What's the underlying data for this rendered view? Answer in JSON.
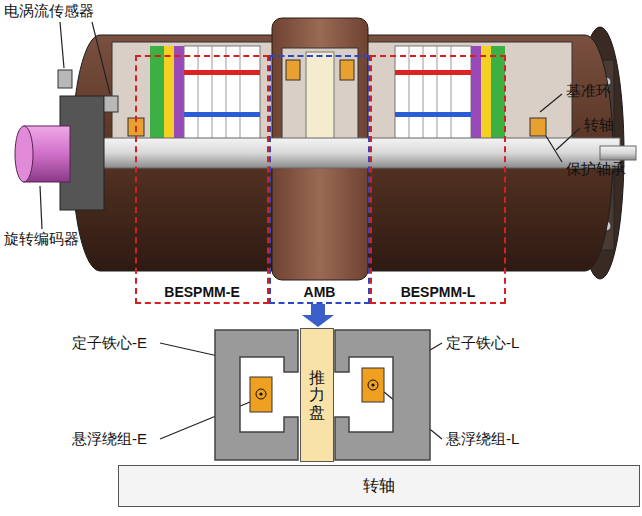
{
  "diagram": {
    "nodes": [
      {
        "text": [
          "BESPMM-E"
        ]
      },
      {
        "text": [
          "AMB"
        ]
      },
      {
        "text": [
          "BESPMM-L"
        ]
      },
      {
        "text": [
          "推力盘"
        ]
      },
      {
        "text": [
          "转轴"
        ]
      }
    ],
    "labels": [
      "电涡流传感器",
      "旋转编码器",
      "基准环",
      "转轴",
      "保护轴承",
      "定子铁心-E",
      "悬浮绕组-E",
      "定子铁心-L",
      "悬浮绕组-L"
    ]
  }
}
